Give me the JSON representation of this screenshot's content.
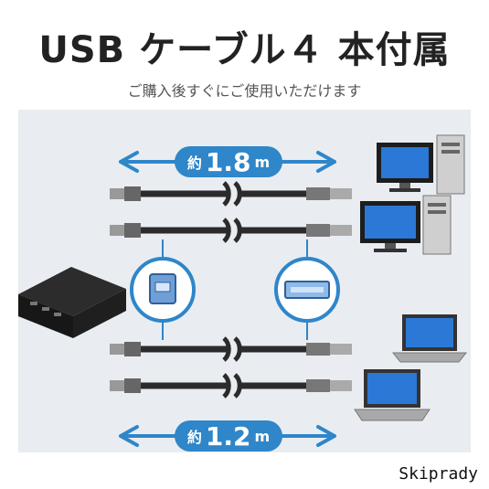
{
  "header": {
    "title": "USB ケーブル４ 本付属",
    "subtitle": "ご購入後すぐにご使用いただけます"
  },
  "lengths": {
    "top": {
      "prefix": "約",
      "value": "1.8",
      "unit": "m"
    },
    "bottom": {
      "prefix": "約",
      "value": "1.2",
      "unit": "m"
    }
  },
  "watermark": "Skiprady",
  "colors": {
    "accent": "#2f86c9",
    "cable": "#2b2b2b",
    "background_panel": "#e9edf1"
  }
}
